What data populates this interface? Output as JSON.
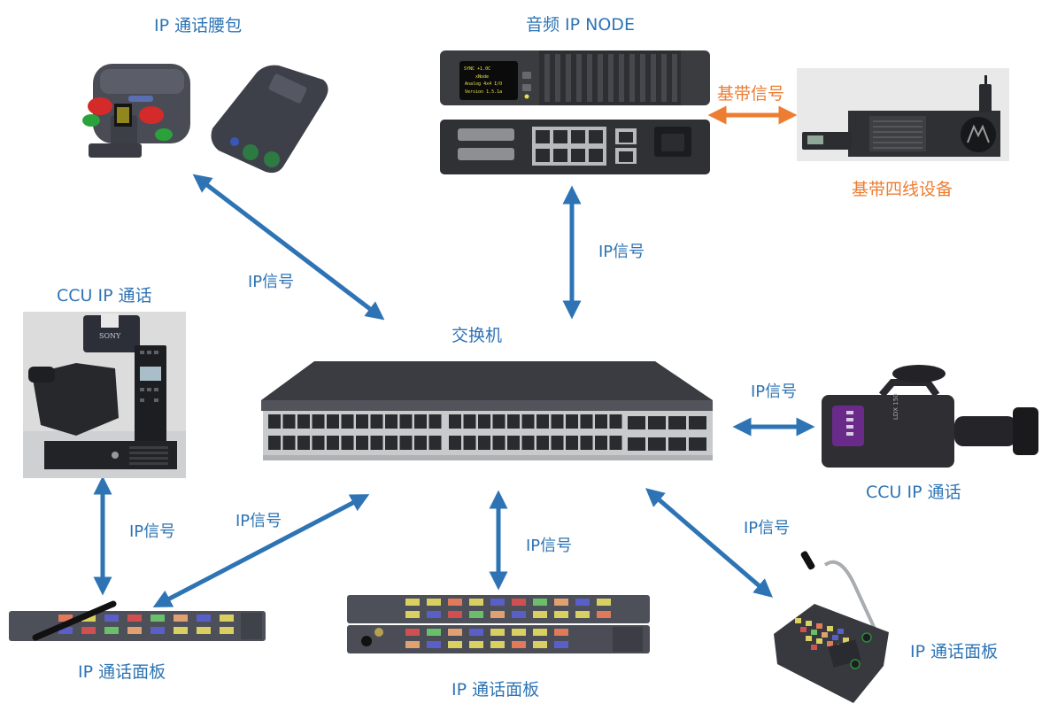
{
  "colors": {
    "ip_signal": "#2e74b5",
    "baseband_signal": "#ed7d31",
    "label_primary": "#2e74b5",
    "label_secondary": "#ed7d31"
  },
  "nodes": {
    "beltpack": {
      "label": "IP 通话腰包"
    },
    "audio_node": {
      "label": "音频 IP NODE"
    },
    "four_wire": {
      "label": "基带四线设备"
    },
    "ccu_left": {
      "label": "CCU IP 通话"
    },
    "switch": {
      "label": "交换机"
    },
    "ccu_right": {
      "label": "CCU IP 通话"
    },
    "panel_left": {
      "label": "IP 通话面板"
    },
    "panel_center": {
      "label": "IP 通话面板"
    },
    "panel_right": {
      "label": "IP 通话面板"
    }
  },
  "links": [
    {
      "from": "beltpack",
      "to": "switch",
      "label": "IP信号",
      "type": "ip"
    },
    {
      "from": "audio_node",
      "to": "switch",
      "label": "IP信号",
      "type": "ip"
    },
    {
      "from": "audio_node",
      "to": "four_wire",
      "label": "基带信号",
      "type": "baseband"
    },
    {
      "from": "ccu_right",
      "to": "switch",
      "label": "IP信号",
      "type": "ip"
    },
    {
      "from": "ccu_left",
      "to": "panel_left",
      "label": "IP信号",
      "type": "ip"
    },
    {
      "from": "panel_left",
      "to": "switch",
      "label": "IP信号",
      "type": "ip"
    },
    {
      "from": "panel_center",
      "to": "switch",
      "label": "IP信号",
      "type": "ip"
    },
    {
      "from": "panel_right",
      "to": "switch",
      "label": "IP信号",
      "type": "ip"
    }
  ],
  "device_text": {
    "audio_node_screen": [
      "SYNC    +1.0C",
      "xNode",
      "Analog 4x4 I/O",
      "Version 1.5.1a"
    ],
    "camera_brand": "SONY",
    "camera_model": "LDX 150"
  }
}
